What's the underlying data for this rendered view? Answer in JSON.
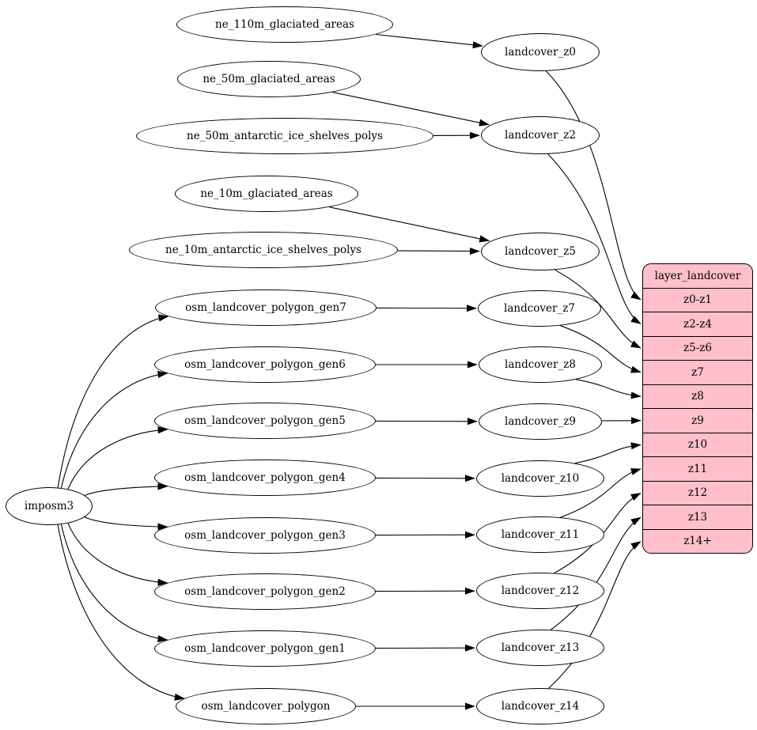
{
  "colors": {
    "record_fill": "#ffc0cb",
    "node_fill": "#ffffff",
    "edge": "#000000",
    "background": "#ffffff"
  },
  "nodes": {
    "imposm3": "imposm3",
    "ne_110m_glaciated_areas": "ne_110m_glaciated_areas",
    "ne_50m_glaciated_areas": "ne_50m_glaciated_areas",
    "ne_50m_antarctic_ice_shelves_polys": "ne_50m_antarctic_ice_shelves_polys",
    "ne_10m_glaciated_areas": "ne_10m_glaciated_areas",
    "ne_10m_antarctic_ice_shelves_polys": "ne_10m_antarctic_ice_shelves_polys",
    "osm_landcover_polygon_gen7": "osm_landcover_polygon_gen7",
    "osm_landcover_polygon_gen6": "osm_landcover_polygon_gen6",
    "osm_landcover_polygon_gen5": "osm_landcover_polygon_gen5",
    "osm_landcover_polygon_gen4": "osm_landcover_polygon_gen4",
    "osm_landcover_polygon_gen3": "osm_landcover_polygon_gen3",
    "osm_landcover_polygon_gen2": "osm_landcover_polygon_gen2",
    "osm_landcover_polygon_gen1": "osm_landcover_polygon_gen1",
    "osm_landcover_polygon": "osm_landcover_polygon",
    "landcover_z0": "landcover_z0",
    "landcover_z2": "landcover_z2",
    "landcover_z5": "landcover_z5",
    "landcover_z7": "landcover_z7",
    "landcover_z8": "landcover_z8",
    "landcover_z9": "landcover_z9",
    "landcover_z10": "landcover_z10",
    "landcover_z11": "landcover_z11",
    "landcover_z12": "landcover_z12",
    "landcover_z13": "landcover_z13",
    "landcover_z14": "landcover_z14"
  },
  "table": {
    "title": "layer_landcover",
    "rows": [
      "z0-z1",
      "z2-z4",
      "z5-z6",
      "z7",
      "z8",
      "z9",
      "z10",
      "z11",
      "z12",
      "z13",
      "z14+"
    ]
  },
  "edges": [
    {
      "from": "ne_110m_glaciated_areas",
      "to": "landcover_z0"
    },
    {
      "from": "ne_50m_glaciated_areas",
      "to": "landcover_z2"
    },
    {
      "from": "ne_50m_antarctic_ice_shelves_polys",
      "to": "landcover_z2"
    },
    {
      "from": "ne_10m_glaciated_areas",
      "to": "landcover_z5"
    },
    {
      "from": "ne_10m_antarctic_ice_shelves_polys",
      "to": "landcover_z5"
    },
    {
      "from": "imposm3",
      "to": "osm_landcover_polygon_gen7"
    },
    {
      "from": "imposm3",
      "to": "osm_landcover_polygon_gen6"
    },
    {
      "from": "imposm3",
      "to": "osm_landcover_polygon_gen5"
    },
    {
      "from": "imposm3",
      "to": "osm_landcover_polygon_gen4"
    },
    {
      "from": "imposm3",
      "to": "osm_landcover_polygon_gen3"
    },
    {
      "from": "imposm3",
      "to": "osm_landcover_polygon_gen2"
    },
    {
      "from": "imposm3",
      "to": "osm_landcover_polygon_gen1"
    },
    {
      "from": "imposm3",
      "to": "osm_landcover_polygon"
    },
    {
      "from": "osm_landcover_polygon_gen7",
      "to": "landcover_z7"
    },
    {
      "from": "osm_landcover_polygon_gen6",
      "to": "landcover_z8"
    },
    {
      "from": "osm_landcover_polygon_gen5",
      "to": "landcover_z9"
    },
    {
      "from": "osm_landcover_polygon_gen4",
      "to": "landcover_z10"
    },
    {
      "from": "osm_landcover_polygon_gen3",
      "to": "landcover_z11"
    },
    {
      "from": "osm_landcover_polygon_gen2",
      "to": "landcover_z12"
    },
    {
      "from": "osm_landcover_polygon_gen1",
      "to": "landcover_z13"
    },
    {
      "from": "osm_landcover_polygon",
      "to": "landcover_z14"
    },
    {
      "from": "landcover_z0",
      "toRow": "z0-z1"
    },
    {
      "from": "landcover_z2",
      "toRow": "z2-z4"
    },
    {
      "from": "landcover_z5",
      "toRow": "z5-z6"
    },
    {
      "from": "landcover_z7",
      "toRow": "z7"
    },
    {
      "from": "landcover_z8",
      "toRow": "z8"
    },
    {
      "from": "landcover_z9",
      "toRow": "z9"
    },
    {
      "from": "landcover_z10",
      "toRow": "z10"
    },
    {
      "from": "landcover_z11",
      "toRow": "z11"
    },
    {
      "from": "landcover_z12",
      "toRow": "z12"
    },
    {
      "from": "landcover_z13",
      "toRow": "z13"
    },
    {
      "from": "landcover_z14",
      "toRow": "z14+"
    }
  ]
}
